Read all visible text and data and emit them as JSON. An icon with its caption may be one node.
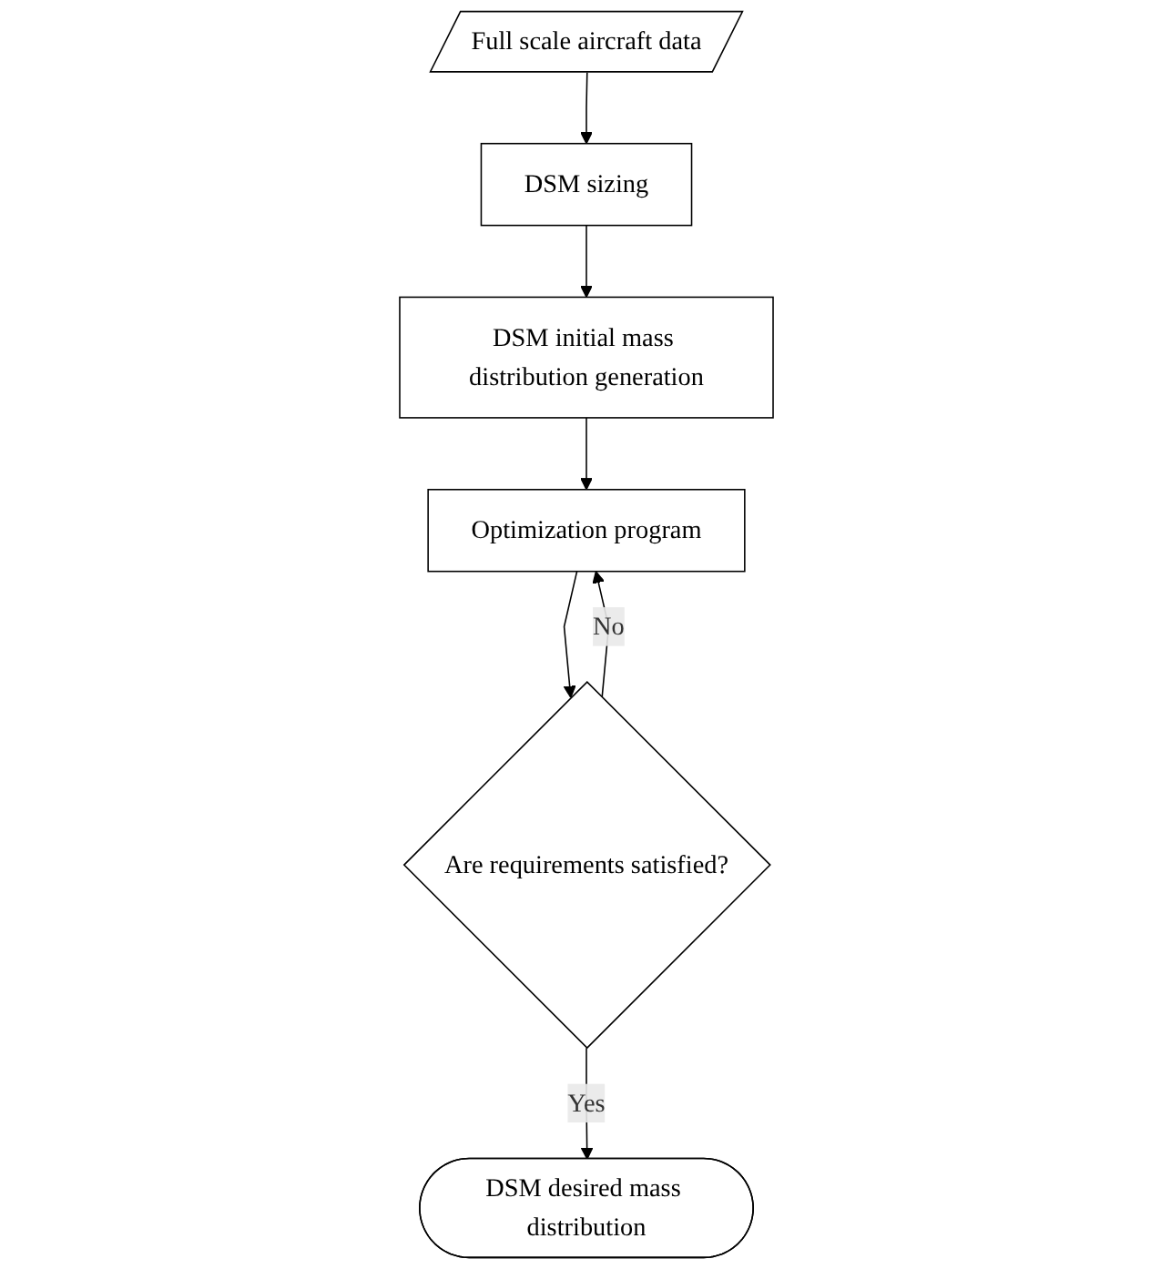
{
  "diagram": {
    "nodes": [
      {
        "text": [
          "Full scale aircraft data"
        ]
      },
      {
        "text": [
          "DSM sizing"
        ]
      },
      {
        "text": [
          "DSM initial mass distribution generation"
        ]
      },
      {
        "text": [
          "Optimization program"
        ]
      },
      {
        "text": [
          "Are requirements satisfied?"
        ]
      },
      {
        "text": [
          "DSM desired mass distribution"
        ]
      }
    ],
    "edges": [
      {
        "from": 0,
        "to": 1,
        "arrow": "to"
      },
      {
        "from": 1,
        "to": 2,
        "arrow": "to"
      },
      {
        "from": 2,
        "to": 3,
        "arrow": "to"
      },
      {
        "from": 3,
        "to": 4,
        "arrow": "to"
      },
      {
        "from": 4,
        "to": 3,
        "arrow": "to",
        "label": "No"
      },
      {
        "from": 4,
        "to": 5,
        "arrow": "to",
        "label": "Yes"
      }
    ]
  }
}
